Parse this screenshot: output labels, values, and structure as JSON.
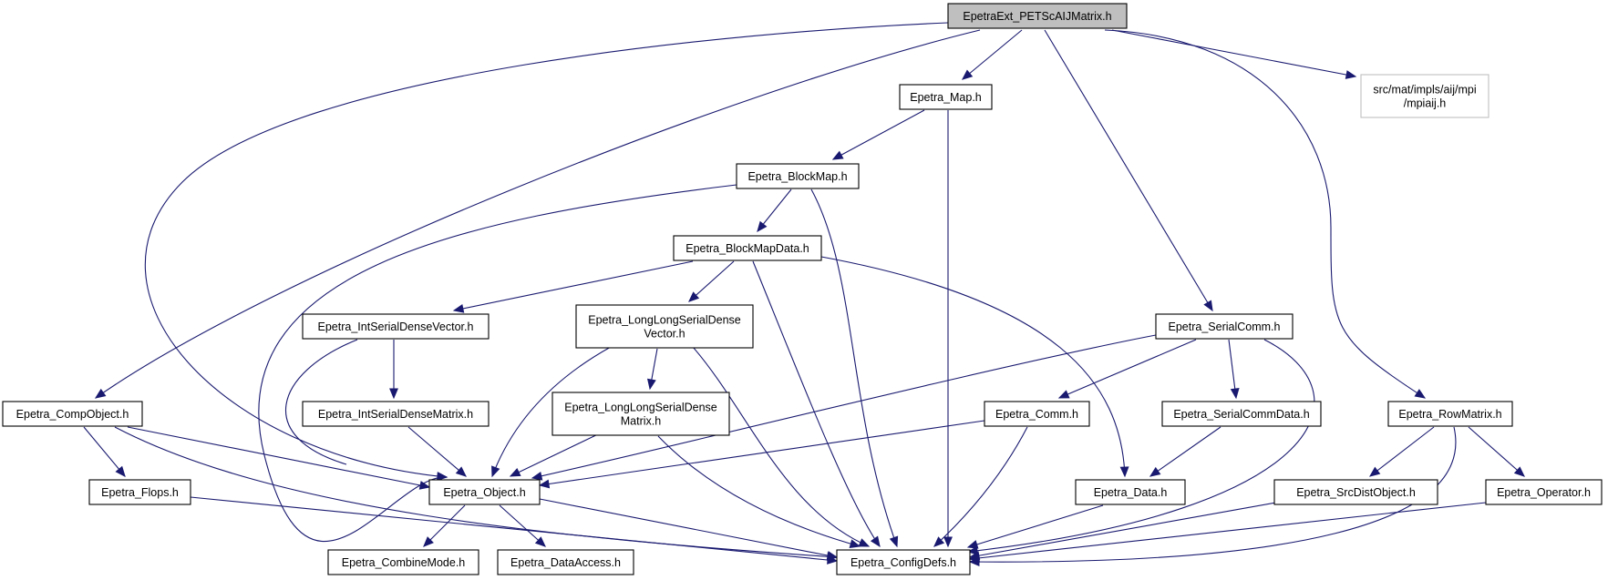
{
  "diagram": {
    "nodes": [
      {
        "id": "root",
        "lines": [
          "EpetraExt_PETScAIJMatrix.h"
        ]
      },
      {
        "id": "map",
        "lines": [
          "Epetra_Map.h"
        ]
      },
      {
        "id": "mpiaij",
        "lines": [
          "src/mat/impls/aij/mpi",
          "/mpiaij.h"
        ]
      },
      {
        "id": "blockmap",
        "lines": [
          "Epetra_BlockMap.h"
        ]
      },
      {
        "id": "blockmapdata",
        "lines": [
          "Epetra_BlockMapData.h"
        ]
      },
      {
        "id": "intvec",
        "lines": [
          "Epetra_IntSerialDenseVector.h"
        ]
      },
      {
        "id": "llvec",
        "lines": [
          "Epetra_LongLongSerialDense",
          "Vector.h"
        ]
      },
      {
        "id": "serialcomm",
        "lines": [
          "Epetra_SerialComm.h"
        ]
      },
      {
        "id": "compobject",
        "lines": [
          "Epetra_CompObject.h"
        ]
      },
      {
        "id": "intmat",
        "lines": [
          "Epetra_IntSerialDenseMatrix.h"
        ]
      },
      {
        "id": "llmat",
        "lines": [
          "Epetra_LongLongSerialDense",
          "Matrix.h"
        ]
      },
      {
        "id": "comm",
        "lines": [
          "Epetra_Comm.h"
        ]
      },
      {
        "id": "serialcommdata",
        "lines": [
          "Epetra_SerialCommData.h"
        ]
      },
      {
        "id": "rowmatrix",
        "lines": [
          "Epetra_RowMatrix.h"
        ]
      },
      {
        "id": "flops",
        "lines": [
          "Epetra_Flops.h"
        ]
      },
      {
        "id": "object",
        "lines": [
          "Epetra_Object.h"
        ]
      },
      {
        "id": "data",
        "lines": [
          "Epetra_Data.h"
        ]
      },
      {
        "id": "srcdist",
        "lines": [
          "Epetra_SrcDistObject.h"
        ]
      },
      {
        "id": "operator",
        "lines": [
          "Epetra_Operator.h"
        ]
      },
      {
        "id": "combinemode",
        "lines": [
          "Epetra_CombineMode.h"
        ]
      },
      {
        "id": "dataaccess",
        "lines": [
          "Epetra_DataAccess.h"
        ]
      },
      {
        "id": "configdefs",
        "lines": [
          "Epetra_ConfigDefs.h"
        ]
      }
    ],
    "edges": [
      {
        "from": "root",
        "to": "map"
      },
      {
        "from": "root",
        "to": "mpiaij"
      },
      {
        "from": "root",
        "to": "serialcomm"
      },
      {
        "from": "root",
        "to": "compobject"
      },
      {
        "from": "root",
        "to": "object"
      },
      {
        "from": "root",
        "to": "rowmatrix"
      },
      {
        "from": "map",
        "to": "blockmap"
      },
      {
        "from": "map",
        "to": "configdefs"
      },
      {
        "from": "blockmap",
        "to": "blockmapdata"
      },
      {
        "from": "blockmap",
        "to": "object"
      },
      {
        "from": "blockmap",
        "to": "configdefs"
      },
      {
        "from": "blockmapdata",
        "to": "intvec"
      },
      {
        "from": "blockmapdata",
        "to": "llvec"
      },
      {
        "from": "blockmapdata",
        "to": "configdefs"
      },
      {
        "from": "blockmapdata",
        "to": "data"
      },
      {
        "from": "intvec",
        "to": "intmat"
      },
      {
        "from": "intvec",
        "to": "object"
      },
      {
        "from": "intmat",
        "to": "object"
      },
      {
        "from": "llvec",
        "to": "llmat"
      },
      {
        "from": "llvec",
        "to": "object"
      },
      {
        "from": "llvec",
        "to": "configdefs"
      },
      {
        "from": "llmat",
        "to": "object"
      },
      {
        "from": "llmat",
        "to": "configdefs"
      },
      {
        "from": "serialcomm",
        "to": "comm"
      },
      {
        "from": "serialcomm",
        "to": "serialcommdata"
      },
      {
        "from": "serialcomm",
        "to": "object"
      },
      {
        "from": "serialcomm",
        "to": "configdefs"
      },
      {
        "from": "comm",
        "to": "object"
      },
      {
        "from": "comm",
        "to": "configdefs"
      },
      {
        "from": "serialcommdata",
        "to": "data"
      },
      {
        "from": "data",
        "to": "configdefs"
      },
      {
        "from": "compobject",
        "to": "flops"
      },
      {
        "from": "compobject",
        "to": "object"
      },
      {
        "from": "compobject",
        "to": "configdefs"
      },
      {
        "from": "flops",
        "to": "configdefs"
      },
      {
        "from": "object",
        "to": "combinemode"
      },
      {
        "from": "object",
        "to": "dataaccess"
      },
      {
        "from": "object",
        "to": "configdefs"
      },
      {
        "from": "rowmatrix",
        "to": "srcdist"
      },
      {
        "from": "rowmatrix",
        "to": "operator"
      },
      {
        "from": "rowmatrix",
        "to": "configdefs"
      },
      {
        "from": "srcdist",
        "to": "configdefs"
      },
      {
        "from": "operator",
        "to": "configdefs"
      }
    ],
    "colors": {
      "edge": "#191970",
      "node_border": "#000000",
      "root_fill": "#bfbfbf",
      "external_border": "#bfbfbf",
      "background": "#ffffff"
    }
  }
}
